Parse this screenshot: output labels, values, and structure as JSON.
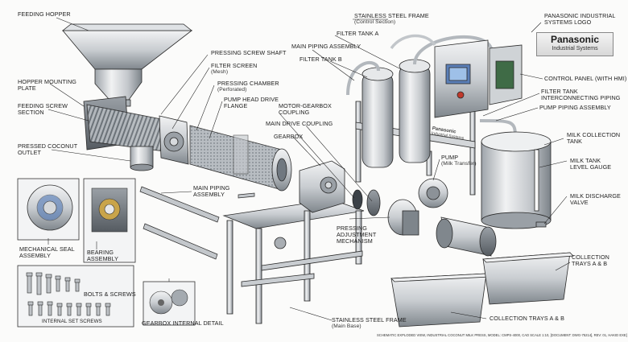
{
  "labels": {
    "feeding_hopper": "FEEDING HOPPER",
    "hopper_mounting": "HOPPER MOUNTING\nPLATE",
    "feeding_screw": "FEEDING SCREW\nSECTION",
    "pressed_outlet": "PRESSED COCONUT\nOUTLET",
    "pressing_shaft": "PRESSING SCREW SHAFT",
    "filter_screen": "FILTER SCREEN",
    "filter_screen_sub": "(Mesh)",
    "pressing_chamber": "PRESSING CHAMBER",
    "pressing_chamber_sub": "(Perforated)",
    "pump_head_flange": "PUMP HEAD DRIVE\nFLANGE",
    "filter_tank_a": "FILTER TANK A",
    "main_piping_top": "MAIN PIPING ASSEMBLY",
    "filter_tank_b": "FILTER TANK B",
    "frame_control": "STAINLESS STEEL FRAME",
    "frame_control_sub": "(Control Section)",
    "logo_label": "PANASONIC INDUSTRIAL\nSYSTEMS LOGO",
    "control_panel": "CONTROL PANEL (with HMI)",
    "filter_interconnect": "FILTER TANK\nINTERCONNECTING PIPING",
    "pump_piping": "PUMP PIPING ASSEMBLY",
    "milk_collection": "MILK COLLECTION\nTANK",
    "milk_gauge": "MILK TANK\nLEVEL GAUGE",
    "milk_valve": "MILK DISCHARGE\nVALVE",
    "motor_gearbox": "MOTOR-GEARBOX\nCOUPLING",
    "main_drive": "MAIN DRIVE COUPLING",
    "gearbox": "GEARBOX",
    "pump": "PUMP",
    "pump_sub": "(Milk Transfer)",
    "main_piping": "MAIN PIPING\nASSEMBLY",
    "mech_seal": "MECHANICAL SEAL\nASSEMBLY",
    "bearing": "BEARING\nASSEMBLY",
    "pressing_adjust": "PRESSING\nADJUSTMENT\nMECHANISM",
    "bolts": "BOLTS & SCREWS",
    "set_screws": "INTERNAL SET SCREWS",
    "gearbox_detail": "GEARBOX INTERNAL DETAIL",
    "frame_main": "STAINLESS STEEL FRAME",
    "frame_main_sub": "(Main Base)",
    "trays_right": "COLLECTION\nTRAYS A & B",
    "trays_bottom": "COLLECTION TRAYS A & B"
  },
  "logo": {
    "brand": "Panasonic",
    "division": "Industrial Systems"
  },
  "plate": {
    "brand": "Panasonic",
    "division": "Industrial Systems"
  },
  "caption": "SCHEMATIC EXPLODED VIEW, INDUSTRIAL COCONUT MILK PRESS, MODEL: CMPS-4000, CAD SCALE 1:10, [DOCUMENT: DWG-75214], REV: 01, HAKID EXE]",
  "colors": {
    "steel_light": "#e6e8ea",
    "steel_mid": "#b9bec3",
    "steel_dark": "#6f767c",
    "line": "#2a2a2a",
    "hmi_blue": "#5a7fb8",
    "button_red": "#c0392b"
  }
}
